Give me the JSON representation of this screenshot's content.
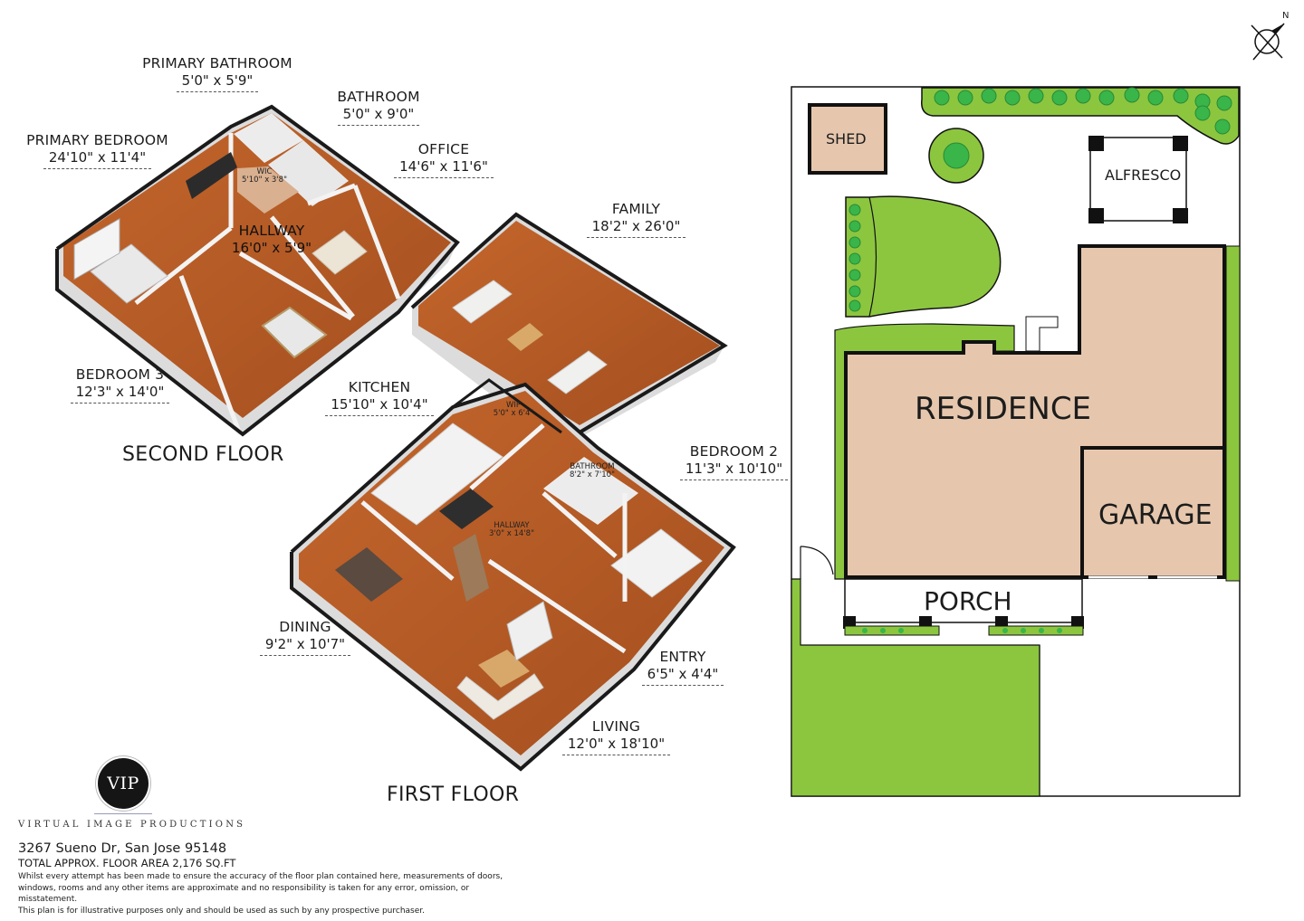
{
  "second_floor": {
    "title": "SECOND FLOOR",
    "rooms": [
      {
        "name": "PRIMARY BATHROOM",
        "dims": "5'0\" x 5'9\""
      },
      {
        "name": "BATHROOM",
        "dims": "5'0\" x 9'0\""
      },
      {
        "name": "PRIMARY BEDROOM",
        "dims": "24'10\" x 11'4\""
      },
      {
        "name": "OFFICE",
        "dims": "14'6\" x 11'6\""
      },
      {
        "name": "HALLWAY",
        "dims": "16'0\" x 5'9\""
      },
      {
        "name": "BEDROOM 3",
        "dims": "12'3\" x 14'0\""
      }
    ],
    "wic": {
      "name": "WIC",
      "dims": "5'10\" x 3'8\""
    }
  },
  "first_floor": {
    "title": "FIRST FLOOR",
    "rooms": [
      {
        "name": "FAMILY",
        "dims": "18'2\" x 26'0\""
      },
      {
        "name": "KITCHEN",
        "dims": "15'10\" x 10'4\""
      },
      {
        "name": "BEDROOM 2",
        "dims": "11'3\" x 10'10\""
      },
      {
        "name": "DINING",
        "dims": "9'2\" x 10'7\""
      },
      {
        "name": "ENTRY",
        "dims": "6'5\" x 4'4\""
      },
      {
        "name": "LIVING",
        "dims": "12'0\" x 18'10\""
      }
    ],
    "small": [
      {
        "name": "WIP",
        "dims": "5'0\" x 6'4\""
      },
      {
        "name": "BATHROOM",
        "dims": "8'2\" x 7'10\""
      },
      {
        "name": "HALLWAY",
        "dims": "3'0\" x 14'8\""
      }
    ]
  },
  "site_plan": {
    "labels": {
      "shed": "SHED",
      "alfresco": "ALFRESCO",
      "residence": "RESIDENCE",
      "garage": "GARAGE",
      "porch": "PORCH"
    },
    "north": "N",
    "colors": {
      "building": "#e6c7ad",
      "lawn": "#8cc63f",
      "shrub": "#39b54a",
      "outline": "#111111"
    }
  },
  "branding": {
    "logo_text": "VIP",
    "company": "VIRTUAL IMAGE PRODUCTIONS"
  },
  "footer": {
    "address": "3267 Sueno Dr, San Jose 95148",
    "total_area": "TOTAL APPROX. FLOOR AREA 2,176 SQ.FT",
    "disclaimer_1": "Whilst every attempt has been made to ensure the accuracy of the floor plan contained here, measurements of doors,",
    "disclaimer_2": "windows, rooms and any other items are approximate and no responsibility is taken for any error, omission, or misstatement.",
    "disclaimer_3": "This plan is for illustrative purposes only and should be used as such by any prospective purchaser."
  }
}
